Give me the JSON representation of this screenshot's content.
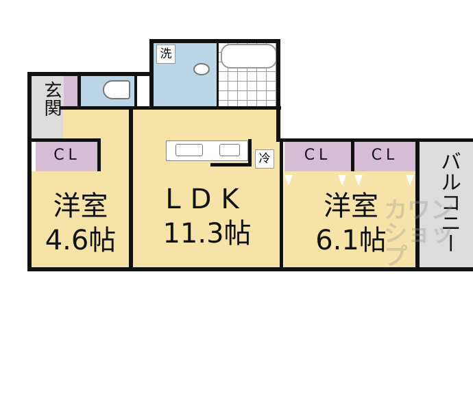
{
  "rooms": {
    "wash": {
      "label": "洗"
    },
    "entrance": {
      "label": "玄関"
    },
    "closets": [
      "CL",
      "CL",
      "CL"
    ],
    "western_room_1": {
      "name": "洋室",
      "size": "4.6帖"
    },
    "ldk": {
      "name": "LDK",
      "size": "11.3帖"
    },
    "western_room_2": {
      "name": "洋室",
      "size": "6.1帖"
    },
    "fridge": {
      "label": "冷"
    },
    "balcony": {
      "label": "バルコニー"
    }
  },
  "watermark": "カワシンショップ",
  "colors": {
    "room": "#f6e3a8",
    "wet_area": "#b9d5e6",
    "closet": "#d7bcd6",
    "entrance": "#dcdcdc"
  }
}
